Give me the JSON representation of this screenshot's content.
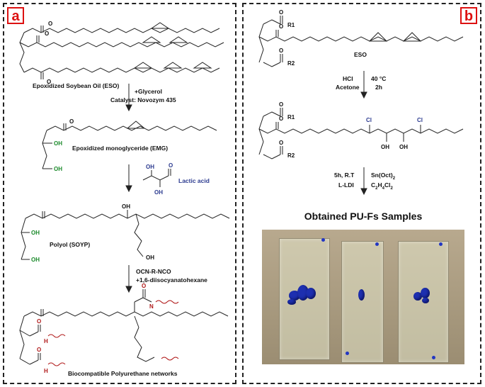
{
  "panel_a": {
    "tag": "a",
    "eso_label": "Epoxidized Soybean Oil (ESO)",
    "reagent_1": "+Glycerol",
    "reagent_2": "Catalyst: Novozym 435",
    "emg_label": "Epoxidized monoglyceride (EMG)",
    "lactic_label": "Lactic acid",
    "polyol_label": "Polyol (SOYP)",
    "isocyanate_1": "OCN-R-NCO",
    "isocyanate_2": "+1,6-diisocyanatohexane",
    "pu_label": "Biocompatible Polyurethane networks"
  },
  "panel_b": {
    "tag": "b",
    "r1": "R1",
    "r2": "R2",
    "eso_label": "ESO",
    "cond_left_1": "HCl",
    "cond_left_2": "Acetone",
    "cond_right_1": "40 °C",
    "cond_right_2": "2h",
    "cl": "Cl",
    "oh": "OH",
    "o": "O",
    "cond2_left_1": "5h, R.T",
    "cond2_left_2": "L-LDI",
    "cond2_right_1": "Sn(Oct)",
    "cond2_right_1_sub": "2",
    "cond2_right_2": "C",
    "cond2_right_2_sub1": "2",
    "cond2_right_2_mid": "H",
    "cond2_right_2_sub2": "4",
    "cond2_right_2_end": "Cl",
    "cond2_right_2_sub3": "2",
    "photo_title": "Obtained PU-Fs Samples"
  },
  "atoms": {
    "o": "O",
    "oh": "OH",
    "h": "H",
    "n": "N"
  },
  "colors": {
    "panel_tag": "#dd1111",
    "hydroxyl_green": "#1a8a2a",
    "urethane_red": "#b01818",
    "lactic_blue": "#2b3a8f",
    "sample_blue": "#1d2fb0"
  }
}
